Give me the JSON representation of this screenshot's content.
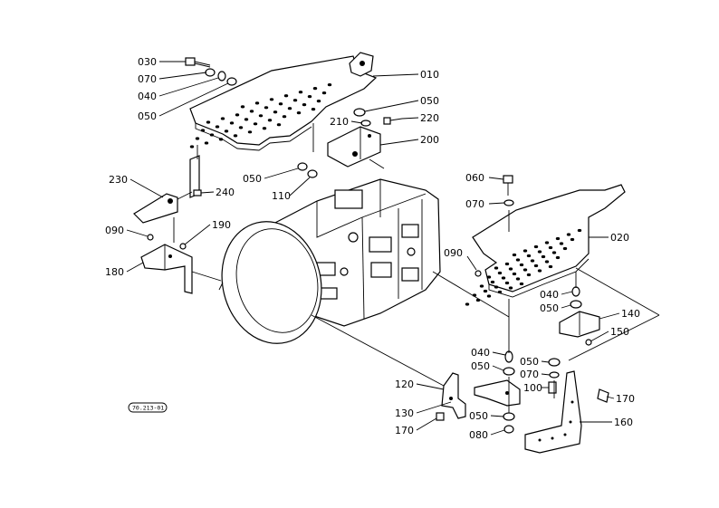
{
  "drawing_code": "70.213-01",
  "labels": {
    "l030": "030",
    "l070a": "070",
    "l040a": "040",
    "l050a": "050",
    "l010": "010",
    "l050b": "050",
    "l210": "210",
    "l220": "220",
    "l200": "200",
    "l050c": "050",
    "l110": "110",
    "l230": "230",
    "l240": "240",
    "l090a": "090",
    "l190": "190",
    "l180": "180",
    "l060": "060",
    "l070b": "070",
    "l020": "020",
    "l090b": "090",
    "l040b": "040",
    "l050d": "050",
    "l140": "140",
    "l150": "150",
    "l040c": "040",
    "l050e": "050",
    "l050f": "050",
    "l070c": "070",
    "l100": "100",
    "l170a": "170",
    "l120": "120",
    "l130": "130",
    "l170b": "170",
    "l050g": "050",
    "l080": "080",
    "l160": "160"
  }
}
